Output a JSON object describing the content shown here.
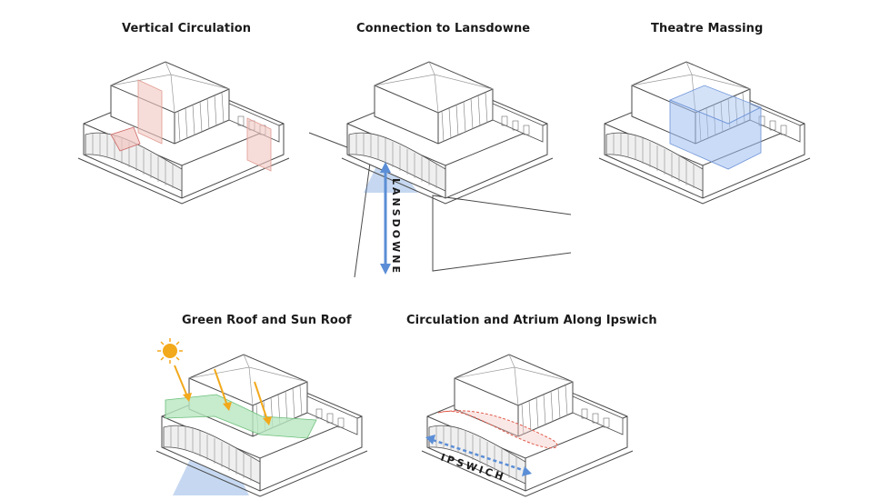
{
  "panels": {
    "vertical_circulation": {
      "title": "Vertical Circulation"
    },
    "connection_lansdowne": {
      "title": "Connection to Lansdowne",
      "street": "LANSDOWNE"
    },
    "theatre_massing": {
      "title": "Theatre Massing"
    },
    "green_roof": {
      "title": "Green Roof and Sun Roof"
    },
    "circulation_ipswich": {
      "title": "Circulation and Atrium Along Ipswich",
      "street": "IPSWICH"
    }
  },
  "colors": {
    "line": "#4a4a4a",
    "circulation_core": "#f2c6c0",
    "massing": "#9fbef0",
    "green_roof": "#b8e6c0",
    "sun": "#f2a91c",
    "arrow_blue": "#5b8ed6",
    "circulation_dash": "#e05a4a"
  }
}
